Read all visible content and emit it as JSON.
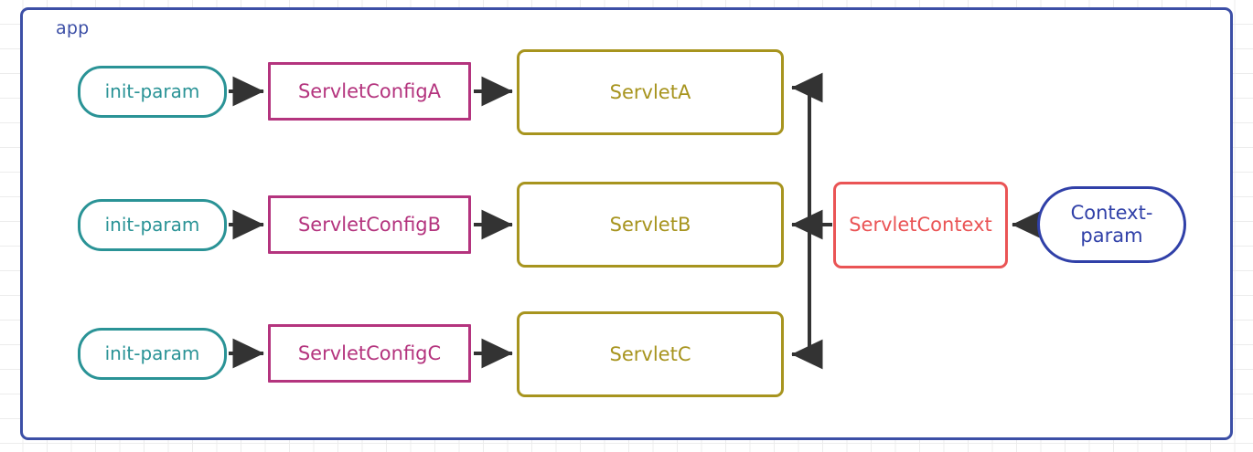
{
  "container": {
    "label": "app",
    "border_color": "#3c4fa6"
  },
  "colors": {
    "init_param": "#2a9396",
    "servlet_config": "#b4347e",
    "servlet": "#a7941e",
    "servlet_context": "#ea5455",
    "context_param": "#3040a8",
    "edge": "#333333",
    "grid": "#ececec",
    "background": "#ffffff"
  },
  "nodes": {
    "init_params": [
      {
        "label": "init-param"
      },
      {
        "label": "init-param"
      },
      {
        "label": "init-param"
      }
    ],
    "servlet_configs": [
      {
        "label": "ServletConfigA"
      },
      {
        "label": "ServletConfigB"
      },
      {
        "label": "ServletConfigC"
      }
    ],
    "servlets": [
      {
        "label": "ServletA"
      },
      {
        "label": "ServletB"
      },
      {
        "label": "ServletC"
      }
    ],
    "servlet_context": {
      "label": "ServletContext"
    },
    "context_param": {
      "label": "Context-\nparam"
    }
  },
  "edges": [
    {
      "from": "init-param-1",
      "to": "ServletConfigA",
      "arrow": "right"
    },
    {
      "from": "init-param-2",
      "to": "ServletConfigB",
      "arrow": "right"
    },
    {
      "from": "init-param-3",
      "to": "ServletConfigC",
      "arrow": "right"
    },
    {
      "from": "ServletConfigA",
      "to": "ServletA",
      "arrow": "right"
    },
    {
      "from": "ServletConfigB",
      "to": "ServletB",
      "arrow": "right"
    },
    {
      "from": "ServletConfigC",
      "to": "ServletC",
      "arrow": "right"
    },
    {
      "from": "ServletContext",
      "to": "ServletA",
      "arrow": "left"
    },
    {
      "from": "ServletContext",
      "to": "ServletB",
      "arrow": "left"
    },
    {
      "from": "ServletContext",
      "to": "ServletC",
      "arrow": "left"
    },
    {
      "from": "Context-param",
      "to": "ServletContext",
      "arrow": "left"
    }
  ]
}
